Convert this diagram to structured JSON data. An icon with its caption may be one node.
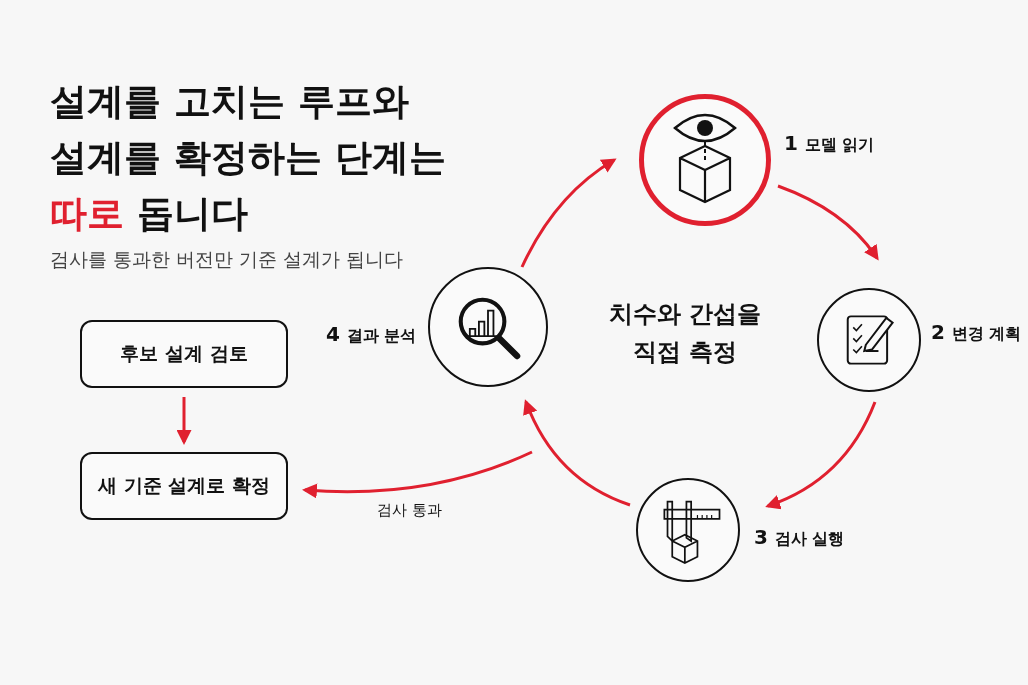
{
  "diagram": {
    "title": "설계를 고치는 루프와 설계를 확정하는 단계는 따로 돕니다",
    "nodes": [
      {
        "text": [],
        "shape": "circle",
        "beside": [
          "1 모델 읽기"
        ]
      },
      {
        "text": [],
        "shape": "circle",
        "beside": [
          "2 변경 계획"
        ]
      },
      {
        "text": [],
        "shape": "circle",
        "beside": [
          "3 검사 실행"
        ]
      },
      {
        "text": [],
        "shape": "circle",
        "beside": [
          "4 결과 분석"
        ]
      },
      {
        "text": [
          "후보 설계 검토"
        ]
      },
      {
        "text": [
          "새 기준 설계로 확정"
        ]
      }
    ],
    "edges": [
      {
        "from": 0,
        "to": 1,
        "arrow": "to"
      },
      {
        "from": 1,
        "to": 2,
        "arrow": "to"
      },
      {
        "from": 2,
        "to": 3,
        "arrow": "to"
      },
      {
        "from": 3,
        "to": 0,
        "arrow": "to"
      },
      {
        "from": 4,
        "to": 5,
        "arrow": "to"
      },
      {
        "from": null,
        "to": 5,
        "arrow": "to",
        "label": "검사 통과"
      }
    ],
    "labels": [
      "검사를 통과한 버전만 기준 설계가 됩니다",
      "치수와 간섭을 직접 측정"
    ]
  }
}
